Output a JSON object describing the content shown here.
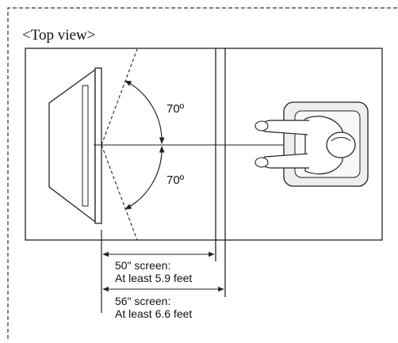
{
  "diagram": {
    "view_title": "<Top view>",
    "angle_upper": "70º",
    "angle_lower": "70º",
    "distance_50": {
      "line1": "50\" screen:",
      "line2": "At least 5.9 feet"
    },
    "distance_56": {
      "line1": "56\" screen:",
      "line2": "At least 6.6 feet"
    }
  },
  "colors": {
    "line": "#222222",
    "chair_fill": "#eeeeee",
    "background": "#ffffff"
  }
}
